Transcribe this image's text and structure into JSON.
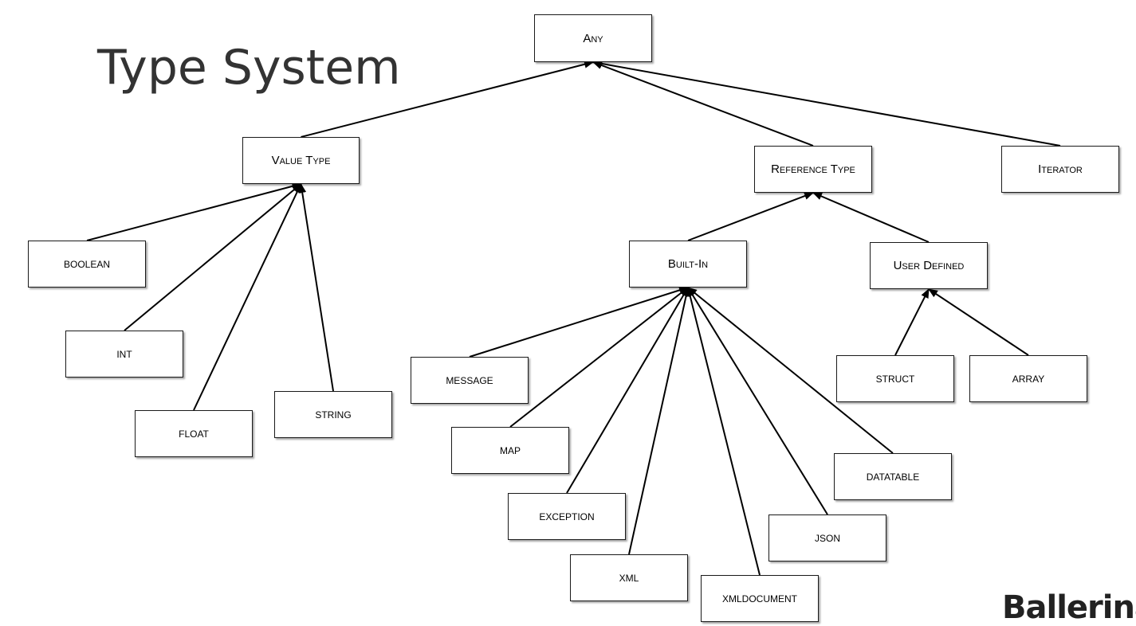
{
  "title": "Type System",
  "brand": "Ballerina",
  "nodes": {
    "any": "Any",
    "value_type": "Value Type",
    "reference_type": "Reference Type",
    "iterator": "Iterator",
    "built_in": "Built-In",
    "user_defined": "User Defined",
    "boolean": "BOOLEAN",
    "int": "INT",
    "float": "FLOAT",
    "string": "STRING",
    "message": "MESSAGE",
    "map": "MAP",
    "exception": "EXCEPTION",
    "xml": "XML",
    "xmldocument": "XMLDOCUMENT",
    "json": "JSON",
    "datatable": "DATATABLE",
    "struct": "STRUCT",
    "array": "ARRAY"
  },
  "edges": [
    [
      "value_type",
      "any"
    ],
    [
      "reference_type",
      "any"
    ],
    [
      "iterator",
      "any"
    ],
    [
      "boolean",
      "value_type"
    ],
    [
      "int",
      "value_type"
    ],
    [
      "float",
      "value_type"
    ],
    [
      "string",
      "value_type"
    ],
    [
      "built_in",
      "reference_type"
    ],
    [
      "user_defined",
      "reference_type"
    ],
    [
      "message",
      "built_in"
    ],
    [
      "map",
      "built_in"
    ],
    [
      "exception",
      "built_in"
    ],
    [
      "xml",
      "built_in"
    ],
    [
      "xmldocument",
      "built_in"
    ],
    [
      "json",
      "built_in"
    ],
    [
      "datatable",
      "built_in"
    ],
    [
      "struct",
      "user_defined"
    ],
    [
      "array",
      "user_defined"
    ]
  ]
}
